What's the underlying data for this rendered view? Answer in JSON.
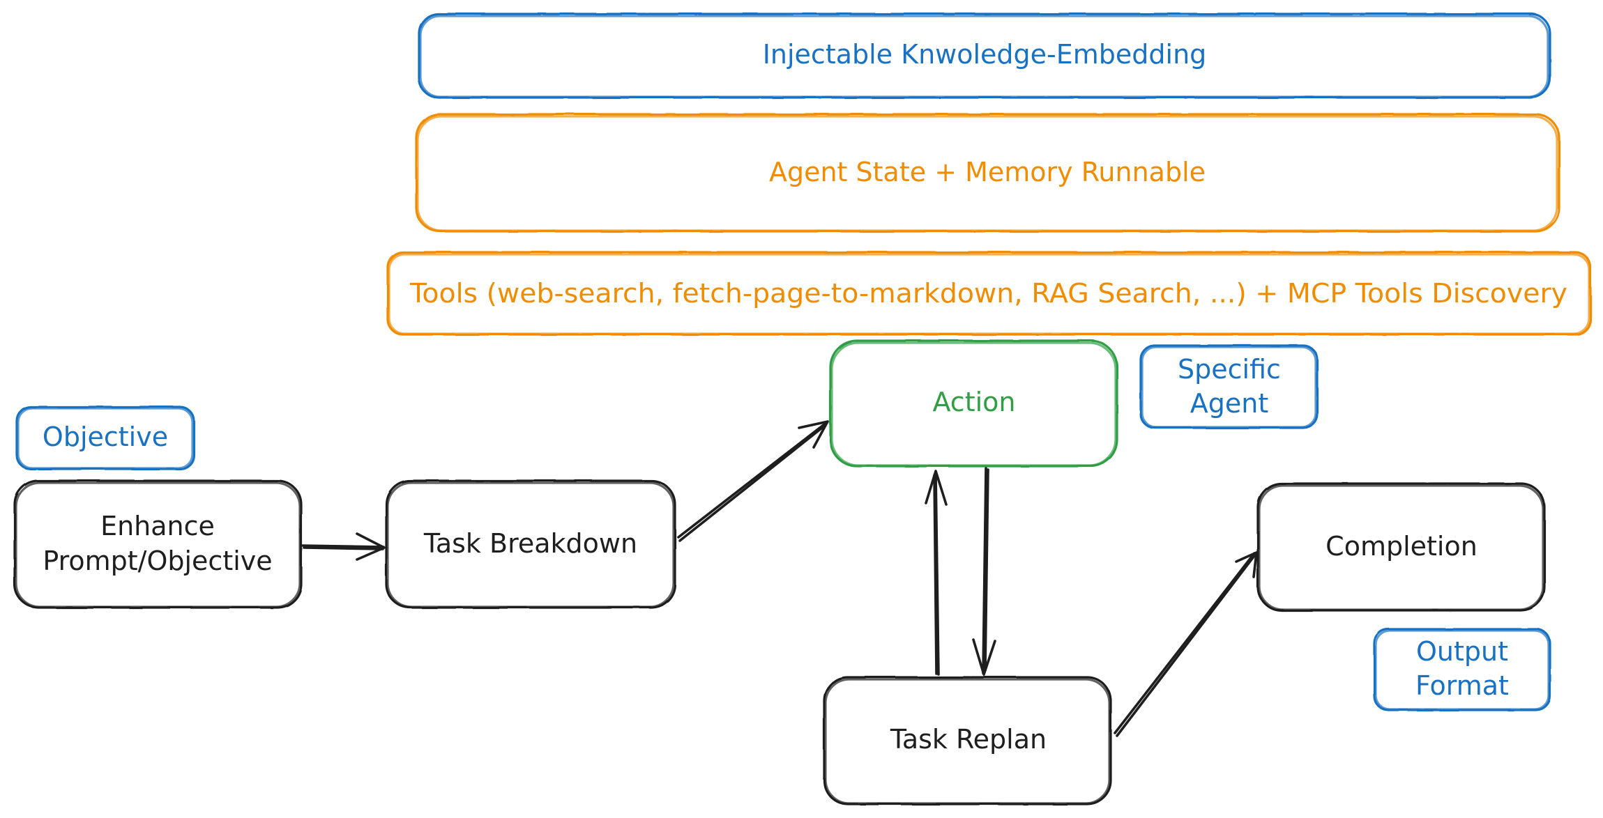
{
  "colors": {
    "ink": "#1e1e1e",
    "blue": "#1971c2",
    "orange": "#f08c00",
    "green": "#2f9e44",
    "background": "#ffffff"
  },
  "labels": {
    "knowledge": "Injectable Knwoledge-Embedding",
    "agent_state": "Agent State + Memory Runnable",
    "tools": "Tools (web-search, fetch-page-to-markdown, RAG Search, ...) + MCP Tools Discovery",
    "action": "Action",
    "specific_agent": [
      "Specific",
      "Agent"
    ],
    "objective": "Objective",
    "enhance": [
      "Enhance",
      "Prompt/Objective"
    ],
    "task_breakdown": "Task Breakdown",
    "completion": "Completion",
    "output_format": [
      "Output",
      "Format"
    ],
    "task_replan": "Task Replan"
  }
}
